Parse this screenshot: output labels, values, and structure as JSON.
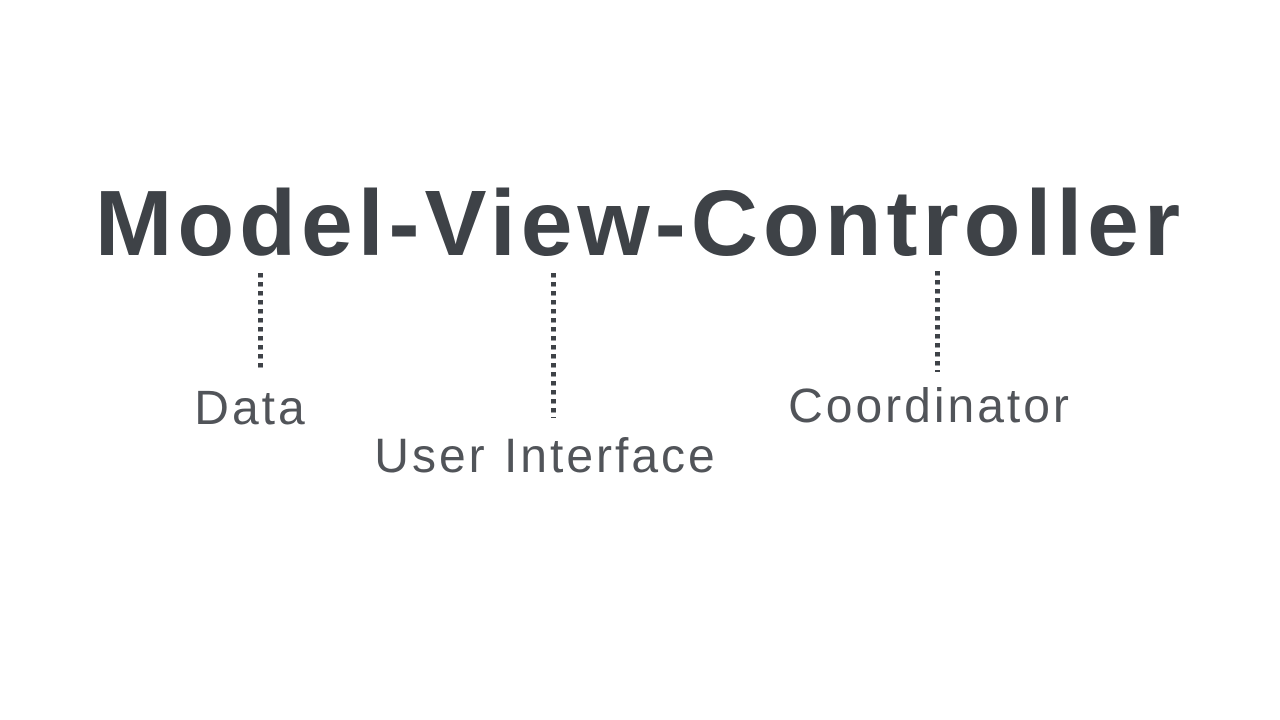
{
  "diagram": {
    "title": "Model-View-Controller",
    "annotations": [
      {
        "term": "Model",
        "label": "Data"
      },
      {
        "term": "View",
        "label": "User Interface"
      },
      {
        "term": "Controller",
        "label": "Coordinator"
      }
    ],
    "colors": {
      "ink": "#3e4247",
      "label": "#515459",
      "background": "#ffffff"
    }
  }
}
